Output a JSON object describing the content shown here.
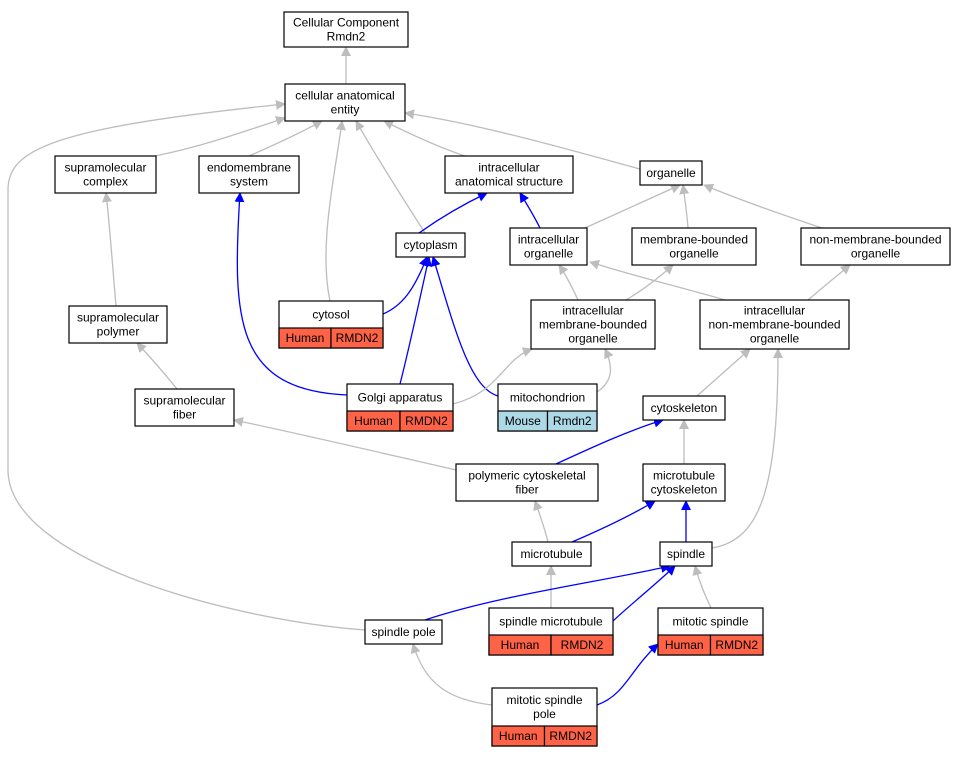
{
  "colors": {
    "edge_is_a": "#bdbdbd",
    "edge_part_of": "#0000ff",
    "species_human": "#ff6347",
    "species_mouse": "#add8e6"
  },
  "nodes": [
    {
      "id": "root",
      "lines": [
        "Cellular Component",
        "Rmdn2"
      ]
    },
    {
      "id": "cae",
      "lines": [
        "cellular anatomical",
        "entity"
      ]
    },
    {
      "id": "smc",
      "lines": [
        "supramolecular",
        "complex"
      ]
    },
    {
      "id": "ems",
      "lines": [
        "endomembrane",
        "system"
      ]
    },
    {
      "id": "ias",
      "lines": [
        "intracellular",
        "anatomical structure"
      ]
    },
    {
      "id": "org",
      "lines": [
        "organelle"
      ]
    },
    {
      "id": "cyto",
      "lines": [
        "cytoplasm"
      ]
    },
    {
      "id": "io",
      "lines": [
        "intracellular",
        "organelle"
      ]
    },
    {
      "id": "mbo",
      "lines": [
        "membrane-bounded",
        "organelle"
      ]
    },
    {
      "id": "nmbo",
      "lines": [
        "non-membrane-bounded",
        "organelle"
      ]
    },
    {
      "id": "smp",
      "lines": [
        "supramolecular",
        "polymer"
      ]
    },
    {
      "id": "cytosol",
      "lines": [
        "cytosol"
      ],
      "annotation": {
        "species": "Human",
        "gene": "RMDN2",
        "kind": "human"
      }
    },
    {
      "id": "imbo",
      "lines": [
        "intracellular",
        "membrane-bounded",
        "organelle"
      ]
    },
    {
      "id": "inmbo",
      "lines": [
        "intracellular",
        "non-membrane-bounded",
        "organelle"
      ]
    },
    {
      "id": "smf",
      "lines": [
        "supramolecular",
        "fiber"
      ]
    },
    {
      "id": "golgi",
      "lines": [
        "Golgi apparatus"
      ],
      "annotation": {
        "species": "Human",
        "gene": "RMDN2",
        "kind": "human"
      }
    },
    {
      "id": "mito",
      "lines": [
        "mitochondrion"
      ],
      "annotation": {
        "species": "Mouse",
        "gene": "Rmdn2",
        "kind": "mouse"
      }
    },
    {
      "id": "csk",
      "lines": [
        "cytoskeleton"
      ]
    },
    {
      "id": "pcf",
      "lines": [
        "polymeric cytoskeletal",
        "fiber"
      ]
    },
    {
      "id": "mtc",
      "lines": [
        "microtubule",
        "cytoskeleton"
      ]
    },
    {
      "id": "mt",
      "lines": [
        "microtubule"
      ]
    },
    {
      "id": "spindle",
      "lines": [
        "spindle"
      ]
    },
    {
      "id": "smt",
      "lines": [
        "spindle microtubule"
      ],
      "annotation": {
        "species": "Human",
        "gene": "RMDN2",
        "kind": "human"
      }
    },
    {
      "id": "msp",
      "lines": [
        "mitotic spindle"
      ],
      "annotation": {
        "species": "Human",
        "gene": "RMDN2",
        "kind": "human"
      }
    },
    {
      "id": "spp",
      "lines": [
        "spindle pole"
      ]
    },
    {
      "id": "msppole",
      "lines": [
        "mitotic spindle",
        "pole"
      ],
      "annotation": {
        "species": "Human",
        "gene": "RMDN2",
        "kind": "human"
      }
    }
  ],
  "edges": [
    {
      "from": "cae",
      "to": "root",
      "type": "is_a"
    },
    {
      "from": "smc",
      "to": "cae",
      "type": "is_a"
    },
    {
      "from": "ems",
      "to": "cae",
      "type": "is_a"
    },
    {
      "from": "ias",
      "to": "cae",
      "type": "is_a"
    },
    {
      "from": "org",
      "to": "cae",
      "type": "is_a"
    },
    {
      "from": "cyto",
      "to": "cae",
      "type": "is_a"
    },
    {
      "from": "cytosol",
      "to": "cae",
      "type": "is_a"
    },
    {
      "from": "spp",
      "to": "cae",
      "type": "is_a"
    },
    {
      "from": "cyto",
      "to": "ias",
      "type": "part_of"
    },
    {
      "from": "io",
      "to": "ias",
      "type": "part_of"
    },
    {
      "from": "io",
      "to": "org",
      "type": "is_a"
    },
    {
      "from": "mbo",
      "to": "org",
      "type": "is_a"
    },
    {
      "from": "nmbo",
      "to": "org",
      "type": "is_a"
    },
    {
      "from": "smp",
      "to": "smc",
      "type": "is_a"
    },
    {
      "from": "cytosol",
      "to": "cyto",
      "type": "part_of"
    },
    {
      "from": "golgi",
      "to": "cyto",
      "type": "part_of"
    },
    {
      "from": "mito",
      "to": "cyto",
      "type": "part_of"
    },
    {
      "from": "golgi",
      "to": "ems",
      "type": "part_of"
    },
    {
      "from": "imbo",
      "to": "io",
      "type": "is_a"
    },
    {
      "from": "imbo",
      "to": "mbo",
      "type": "is_a"
    },
    {
      "from": "inmbo",
      "to": "io",
      "type": "is_a"
    },
    {
      "from": "inmbo",
      "to": "nmbo",
      "type": "is_a"
    },
    {
      "from": "golgi",
      "to": "imbo",
      "type": "is_a"
    },
    {
      "from": "mito",
      "to": "imbo",
      "type": "is_a"
    },
    {
      "from": "smf",
      "to": "smp",
      "type": "is_a"
    },
    {
      "from": "pcf",
      "to": "smf",
      "type": "is_a"
    },
    {
      "from": "csk",
      "to": "inmbo",
      "type": "is_a"
    },
    {
      "from": "pcf",
      "to": "csk",
      "type": "part_of"
    },
    {
      "from": "mtc",
      "to": "csk",
      "type": "is_a"
    },
    {
      "from": "mt",
      "to": "pcf",
      "type": "is_a"
    },
    {
      "from": "mt",
      "to": "mtc",
      "type": "part_of"
    },
    {
      "from": "spindle",
      "to": "mtc",
      "type": "part_of"
    },
    {
      "from": "spindle",
      "to": "inmbo",
      "type": "is_a"
    },
    {
      "from": "smt",
      "to": "mt",
      "type": "is_a"
    },
    {
      "from": "smt",
      "to": "spindle",
      "type": "part_of"
    },
    {
      "from": "msp",
      "to": "spindle",
      "type": "is_a"
    },
    {
      "from": "spp",
      "to": "spindle",
      "type": "part_of"
    },
    {
      "from": "msppole",
      "to": "spp",
      "type": "is_a"
    },
    {
      "from": "msppole",
      "to": "msp",
      "type": "part_of"
    }
  ]
}
